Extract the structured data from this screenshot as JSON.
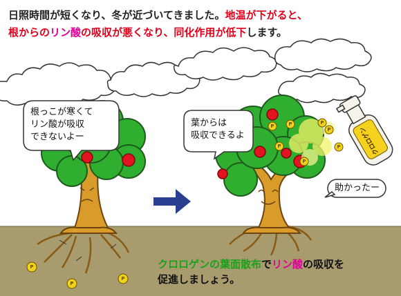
{
  "headline": {
    "line1_part1": "日照時間が短くなり、冬が近づいてきました。",
    "line1_part2": "地温が下がると、",
    "line2_part1": "根からの",
    "line2_part2": "リン酸",
    "line2_part3": "の吸収が悪くなり、同化作用が低下",
    "line2_part4": "します。"
  },
  "left_bubble": {
    "line1": "根っこが寒くて",
    "line2": "リン酸が吸収",
    "line3": "できないよー"
  },
  "right_bubble": {
    "line1": "葉からは",
    "line2": "吸収できるよ"
  },
  "small_bubble": {
    "text": "助かったー"
  },
  "sprayer_label": "クロロゲン",
  "phosphorus_token": "P",
  "bottom_text": {
    "part1": "クロロゲンの葉面散布",
    "part2": "で",
    "part3": "リン酸",
    "part4": "の吸収を",
    "line2": "促進しましょう。"
  },
  "colors": {
    "sky": "#ffffff",
    "ground": "#a89b6e",
    "leaf": "#2fae2f",
    "trunk": "#d99b2a",
    "apple": "#e2141f",
    "arrow": "#2a3f8f",
    "highlight_red": "#e0001b",
    "highlight_magenta": "#e0009a",
    "highlight_green": "#1aa21a"
  }
}
